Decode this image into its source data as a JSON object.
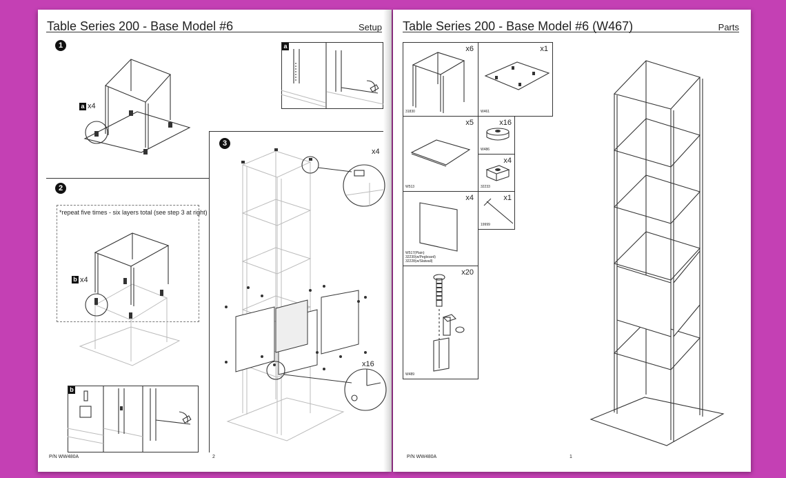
{
  "left_page": {
    "title": "Table Series 200 - Base Model #6",
    "section": "Setup",
    "steps": {
      "step1": {
        "num": "1",
        "callout_tag": "a",
        "callout_qty": "x4"
      },
      "step2": {
        "num": "2",
        "note": "*repeat five times - six layers total (see step 3 at right)",
        "callout_tag": "b",
        "callout_qty": "x4"
      },
      "step3": {
        "num": "3",
        "qty_top": "x4",
        "qty_bottom": "x16"
      }
    },
    "detail_a": {
      "tag": "a"
    },
    "detail_b": {
      "tag": "b"
    },
    "footer": {
      "pn": "P/N WW480A",
      "page": "2"
    }
  },
  "right_page": {
    "title": "Table Series 200 - Base Model #6 (W467)",
    "section": "Parts",
    "parts": [
      {
        "qty": "x6",
        "code": "31830"
      },
      {
        "qty": "x1",
        "code": "W461"
      },
      {
        "qty": "x5",
        "code": "W513"
      },
      {
        "qty": "x16",
        "code": "W486"
      },
      {
        "qty": "x4",
        "code": "32233"
      },
      {
        "qty": "x4",
        "code_lines": [
          "W517(Plain)",
          "32230(w/Pegboard)",
          "32228(w/Slatwall)"
        ]
      },
      {
        "qty": "x1",
        "code": "19999"
      },
      {
        "qty": "x20",
        "code": "W489"
      }
    ],
    "footer": {
      "pn": "P/N WW480A",
      "page": "1"
    }
  },
  "colors": {
    "background": "#c440b4",
    "page": "#ffffff",
    "ink": "#333333"
  }
}
